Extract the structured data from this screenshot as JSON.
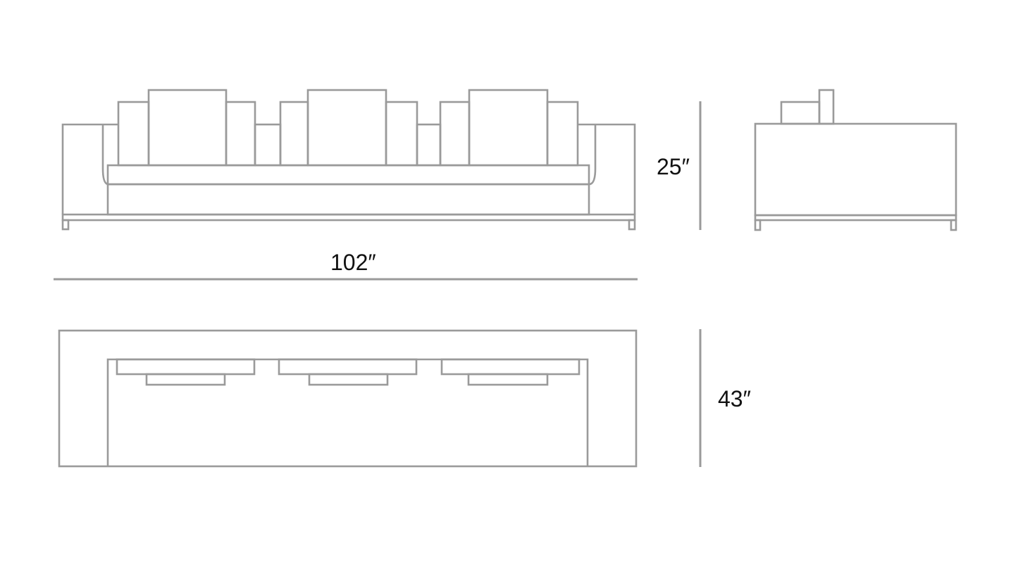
{
  "dimensions": {
    "height": "25″",
    "width": "102″",
    "depth": "43″"
  },
  "colors": {
    "line": "#9a9a9a",
    "text": "#111111",
    "background": "#ffffff"
  }
}
